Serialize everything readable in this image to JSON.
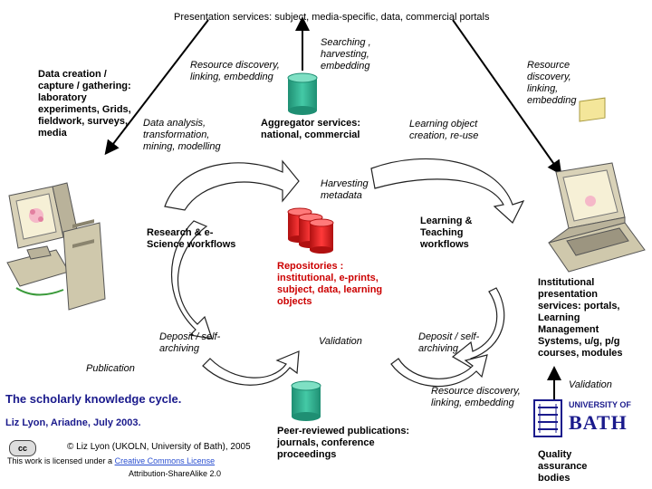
{
  "title": "Presentation services: subject, media-specific, data, commercial portals",
  "labels": {
    "data_creation": "Data creation / capture / gathering: laboratory experiments, Grids, fieldwork, surveys, media",
    "resource_discovery_left": "Resource discovery, linking, embedding",
    "searching": "Searching , harvesting, embedding",
    "resource_discovery_right": "Resource discovery, linking, embedding",
    "data_analysis": "Data analysis, transformation, mining, modelling",
    "aggregator": "Aggregator services: national, commercial",
    "learning_object": "Learning object creation, re-use",
    "harvesting": "Harvesting metadata",
    "research_workflows": "Research & e-Science workflows",
    "learning_workflows": "Learning & Teaching workflows",
    "repositories": "Repositories : institutional, e-prints, subject, data, learning objects",
    "institutional_presentation": "Institutional presentation services: portals, Learning Management Systems, u/g, p/g courses, modules",
    "deposit_left": "Deposit / self-archiving",
    "validation_center": "Validation",
    "deposit_right": "Deposit / self-archiving",
    "publication": "Publication",
    "validation_right": "Validation",
    "resource_discovery_bottom": "Resource discovery, linking, embedding",
    "peer_reviewed": "Peer-reviewed publications: journals, conference proceedings",
    "quality_assurance": "Quality assurance bodies"
  },
  "caption": {
    "title": "The scholarly knowledge cycle.",
    "author": "Liz Lyon, Ariadne, July 2003."
  },
  "license": {
    "copyright": "© Liz Lyon (UKOLN, University of Bath), 2005",
    "line1": "This work is licensed under a",
    "link": "Creative Commons License",
    "line2": "Attribution-ShareAlike 2.0",
    "badge": "cc"
  },
  "logo": {
    "top": "UNIVERSITY OF",
    "main": "BATH"
  },
  "colors": {
    "cylinder_teal": "#2fae8f",
    "cylinder_red": "#e02020",
    "red_text": "#cc0000",
    "bath_blue": "#1a1a8c"
  }
}
